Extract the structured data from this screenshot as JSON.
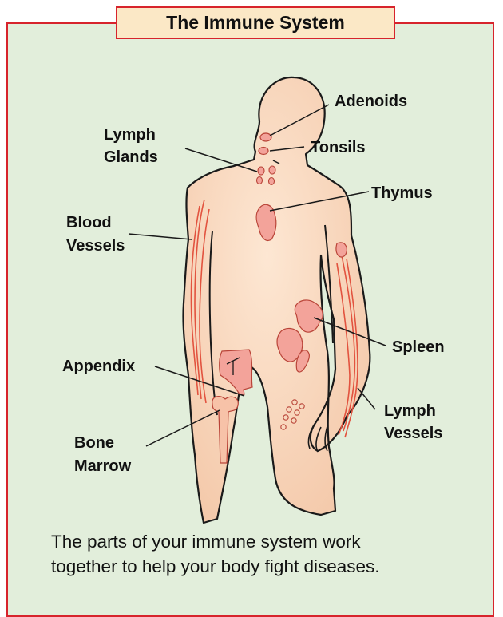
{
  "title": "The Immune System",
  "labels": {
    "adenoids": "Adenoids",
    "tonsils": "Tonsils",
    "lymph_glands": [
      "Lymph",
      "Glands"
    ],
    "thymus": "Thymus",
    "blood_vessels": [
      "Blood",
      "Vessels"
    ],
    "spleen": "Spleen",
    "appendix": "Appendix",
    "lymph_vessels": [
      "Lymph",
      "Vessels"
    ],
    "bone_marrow": [
      "Bone",
      "Marrow"
    ]
  },
  "caption": [
    "The parts of your immune system work",
    "together to help your body fight diseases."
  ],
  "colors": {
    "border": "#d7242c",
    "panel": "#e2eedb",
    "title_bg": "#fbe8c6",
    "skin": "#f8d8be",
    "organ": "#f3a39a"
  }
}
